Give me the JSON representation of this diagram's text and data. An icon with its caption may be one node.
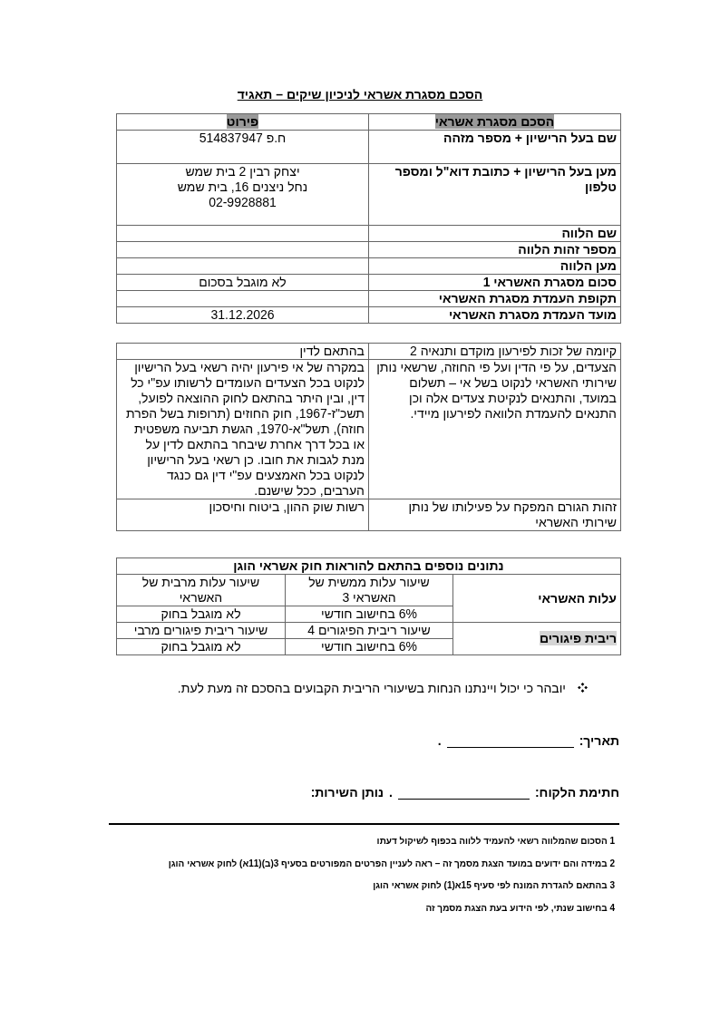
{
  "diagram": {
    "title": "הסכם מסגרת אשראי לניכיון שיקים – תאגיד",
    "labels": [
      "הסכם מסגרת אשראי",
      "פירוט",
      "שם בעל הרישיון + מספר מזהה",
      "ח.פ 514837947",
      "מען בעל הרישיון + כתובת דוא\"ל ומספר טלפון",
      "יצחק רבין 2 בית שמש",
      "נחל ניצנים 16, בית שמש",
      "02-9928881",
      "שם הלווה",
      "מספר זהות הלווה",
      "מען הלווה",
      "סכום מסגרת האשראי 1",
      "לא מוגבל בסכום",
      "תקופת העמדת מסגרת האשראי",
      "מועד העמדת מסגרת האשראי",
      "31.12.2026",
      "קיומה של זכות לפירעון מוקדם ותנאיה 2",
      "בהתאם לדין",
      "הצעדים, על פי הדין ועל פי החוזה, שרשאי נותן שירותי האשראי לנקוט בשל אי – תשלום במועד, והתנאים לנקיטת צעדים אלה וכן התנאים להעמדת הלוואה לפירעון מיידי.",
      "במקרה של אי פירעון יהיה רשאי בעל הרישיון לנקוט בכל הצעדים העומדים לרשותו עפ\"י כל דין, ובין היתר בהתאם לחוק ההוצאה לפועל, תשכ\"ז-1967, חוק החוזים (תרופות בשל הפרת חוזה), תשל\"א-1970, הגשת תביעה משפטית או בכל דרך אחרת שיבחר בהתאם לדין על מנת לגבות את חובו. כן רשאי בעל הרישיון לנקוט בכל האמצעים עפ\"י דין גם כנגד הערבים, ככל שישנם.",
      "זהות הגורם המפקח על פעילותו של נותן שירותי האשראי",
      "רשות שוק ההון, ביטוח וחיסכון",
      "נתונים נוספים בהתאם להוראות חוק אשראי הוגן",
      "עלות האשראי",
      "שיעור עלות ממשית של האשראי 3",
      "שיעור עלות מרבית של האשראי",
      "6% בחישוב חודשי",
      "לא מוגבל בחוק",
      "ריבית פיגורים",
      "שיעור ריבית הפיגורים 4",
      "שיעור ריבית פיגורים מרבי",
      "6% בחישוב חודשי",
      "לא מוגבל בחוק",
      "יובהר כי יכול ויינתנו הנחות בשיעורי הריבית הקבועים בהסכם זה מעת לעת.",
      "תאריך:",
      ".",
      "חתימת הלקוח:",
      ".",
      "נותן השירות:",
      "1 הסכום שהמלווה רשאי להעמיד ללווה בכפוף לשיקול דעתו",
      "2 במידה והם ידועים במועד הצגת מסמך זה – ראה לעניין הפרטים המפורטים בסעיף 3(ב)(11א) לחוק אשראי הוגן",
      "3 בהתאם להגדרת המונח לפי סעיף 15א(1) לחוק אשראי הוגן",
      "4 בחישוב שנתי, לפי הידוע בעת הצגת מסמך זה"
    ]
  }
}
